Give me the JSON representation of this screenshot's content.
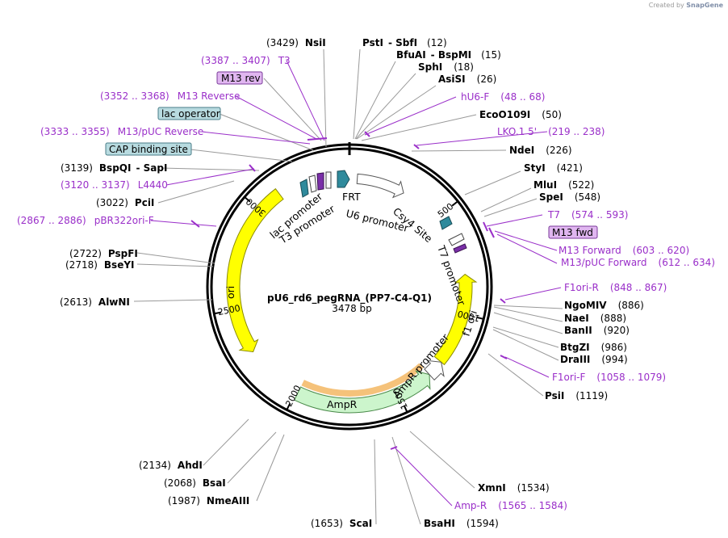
{
  "credit": {
    "prefix": "Created by",
    "brand": "SnapGene"
  },
  "plasmid": {
    "name": "pU6_rd6_pegRNA_(PP7-C4-Q1)",
    "size_label": "3478 bp",
    "length": 3478
  },
  "ticks": [
    {
      "label": "500",
      "bp": 500
    },
    {
      "label": "1000",
      "bp": 1000
    },
    {
      "label": "1500",
      "bp": 1500
    },
    {
      "label": "2000",
      "bp": 2000
    },
    {
      "label": "2500",
      "bp": 2500
    },
    {
      "label": "3000",
      "bp": 3000
    }
  ],
  "features": [
    {
      "name": "ori",
      "label": "ori",
      "start": 2280,
      "end": 3120,
      "dir": -1,
      "color": "#ffff00"
    },
    {
      "name": "f1-ori",
      "label": "f1 ori",
      "start": 810,
      "end": 1250,
      "dir": -1,
      "color": "#ffff00"
    },
    {
      "name": "AmpR",
      "label": "AmpR",
      "start": 1330,
      "end": 1990,
      "dir": -1,
      "color": "#ccf5cc"
    },
    {
      "name": "AmpR-promoter",
      "label": "AmpR promoter",
      "start": 1250,
      "end": 1330,
      "dir": -1,
      "color": "#ffffff"
    },
    {
      "name": "U6-promoter",
      "label": "U6 promoter",
      "start": 40,
      "end": 290,
      "dir": 1,
      "color": "#ffffff"
    },
    {
      "name": "Csy4-site",
      "label": "Csy4 Site",
      "start": 400,
      "end": 430,
      "dir": 1,
      "color": "#2f8a9c"
    },
    {
      "name": "T7-promoter",
      "label": "T7 promoter",
      "start": 520,
      "end": 560,
      "dir": -1,
      "color": "#ffffff"
    },
    {
      "name": "lac-promoter",
      "label": "lac promoter",
      "start": 3260,
      "end": 3300,
      "dir": 1,
      "color": "#ffffff"
    },
    {
      "name": "T3-promoter",
      "label": "T3 promoter",
      "start": 3388,
      "end": 3410,
      "dir": 1,
      "color": "#ffffff"
    },
    {
      "name": "FRT",
      "label": "FRT",
      "start": 3425,
      "end": 3465,
      "dir": 1,
      "color": "#2f8a9c"
    }
  ],
  "enzymes": [
    {
      "name": "NsiI",
      "pos": "(3429)"
    },
    {
      "name": "PstI",
      "name2": "SbfI",
      "pos": "(12)"
    },
    {
      "name": "BfuAI",
      "name2": "BspMI",
      "pos": "(15)"
    },
    {
      "name": "SphI",
      "pos": "(18)"
    },
    {
      "name": "AsiSI",
      "pos": "(26)"
    },
    {
      "name": "EcoO109I",
      "pos": "(50)"
    },
    {
      "name": "NdeI",
      "pos": "(226)"
    },
    {
      "name": "StyI",
      "pos": "(421)"
    },
    {
      "name": "MluI",
      "pos": "(522)"
    },
    {
      "name": "SpeI",
      "pos": "(548)"
    },
    {
      "name": "NgoMIV",
      "pos": "(886)"
    },
    {
      "name": "NaeI",
      "pos": "(888)"
    },
    {
      "name": "BanII",
      "pos": "(920)"
    },
    {
      "name": "BtgZI",
      "pos": "(986)"
    },
    {
      "name": "DraIII",
      "pos": "(994)"
    },
    {
      "name": "PsiI",
      "pos": "(1119)"
    },
    {
      "name": "XmnI",
      "pos": "(1534)"
    },
    {
      "name": "BsaHI",
      "pos": "(1594)"
    },
    {
      "name": "ScaI",
      "pos": "(1653)"
    },
    {
      "name": "NmeAIII",
      "pos": "(1987)"
    },
    {
      "name": "BsaI",
      "pos": "(2068)"
    },
    {
      "name": "AhdI",
      "pos": "(2134)"
    },
    {
      "name": "AlwNI",
      "pos": "(2613)"
    },
    {
      "name": "BseYI",
      "pos": "(2718)"
    },
    {
      "name": "PspFI",
      "pos": "(2722)"
    },
    {
      "name": "PciI",
      "pos": "(3022)"
    },
    {
      "name": "BspQI",
      "name2": "SapI",
      "pos": "(3139)"
    }
  ],
  "primers": [
    {
      "name": "T3",
      "range": "(3387 .. 3407)"
    },
    {
      "name": "M13 Reverse",
      "range": "(3352 .. 3368)"
    },
    {
      "name": "M13/pUC Reverse",
      "range": "(3333 .. 3355)"
    },
    {
      "name": "L4440",
      "range": "(3120 .. 3137)"
    },
    {
      "name": "pBR322ori-F",
      "range": "(2867 .. 2886)"
    },
    {
      "name": "hU6-F",
      "range": "(48 .. 68)"
    },
    {
      "name": "LKO.1 5'",
      "range": "(219 .. 238)"
    },
    {
      "name": "T7",
      "range": "(574 .. 593)"
    },
    {
      "name": "M13 Forward",
      "range": "(603 .. 620)"
    },
    {
      "name": "M13/pUC Forward",
      "range": "(612 .. 634)"
    },
    {
      "name": "F1ori-R",
      "range": "(848 .. 867)"
    },
    {
      "name": "F1ori-F",
      "range": "(1058 .. 1079)"
    },
    {
      "name": "Amp-R",
      "range": "(1565 .. 1584)"
    }
  ],
  "boxes": [
    {
      "name": "M13 rev"
    },
    {
      "name": "lac operator"
    },
    {
      "name": "CAP binding site"
    },
    {
      "name": "M13 fwd"
    }
  ]
}
